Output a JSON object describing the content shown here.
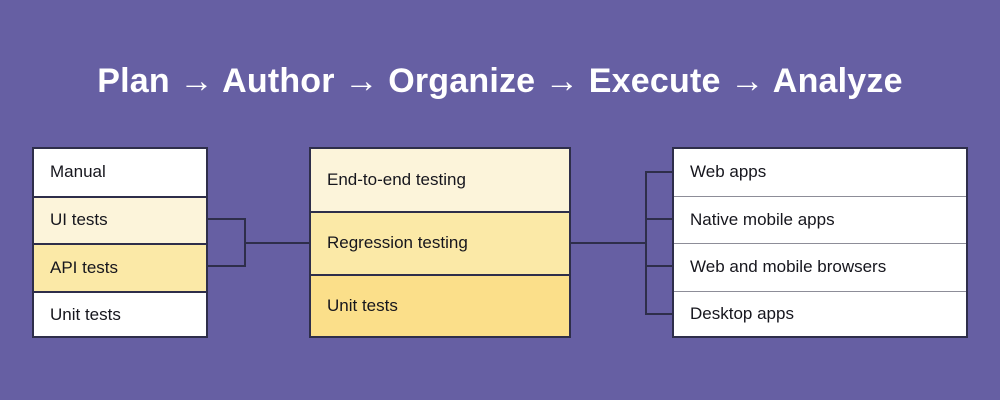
{
  "title": "Plan → Author → Organize → Execute → Analyze",
  "colors": {
    "background": "#665FA3",
    "title_text": "#FFFFFF",
    "border": "#2E2E4A",
    "row_text": "#16161D",
    "white": "#FFFFFF",
    "cream_light": "#FCF4DA",
    "cream_medium": "#FBE9A7",
    "cream_deep": "#FBDF8A"
  },
  "columns": {
    "left": {
      "name": "test-types-column",
      "rows": [
        {
          "label": "Manual",
          "fill": "#FFFFFF"
        },
        {
          "label": "UI tests",
          "fill": "#FCF4DA"
        },
        {
          "label": "API tests",
          "fill": "#FBE9A7"
        },
        {
          "label": "Unit tests",
          "fill": "#FFFFFF"
        }
      ]
    },
    "middle": {
      "name": "test-levels-column",
      "rows": [
        {
          "label": "End-to-end testing",
          "fill": "#FCF4DA"
        },
        {
          "label": "Regression testing",
          "fill": "#FBE9A7"
        },
        {
          "label": "Unit tests",
          "fill": "#FBDF8A"
        }
      ]
    },
    "right": {
      "name": "platforms-column",
      "rows": [
        {
          "label": "Web apps",
          "fill": "#FFFFFF"
        },
        {
          "label": "Native mobile apps",
          "fill": "#FFFFFF"
        },
        {
          "label": "Web and mobile browsers",
          "fill": "#FFFFFF"
        },
        {
          "label": "Desktop apps",
          "fill": "#FFFFFF"
        }
      ]
    }
  },
  "connectors": {
    "left_bracket": "connects UI tests and API tests to the middle column",
    "right_bracket": "connects the middle column to all four platform rows"
  }
}
